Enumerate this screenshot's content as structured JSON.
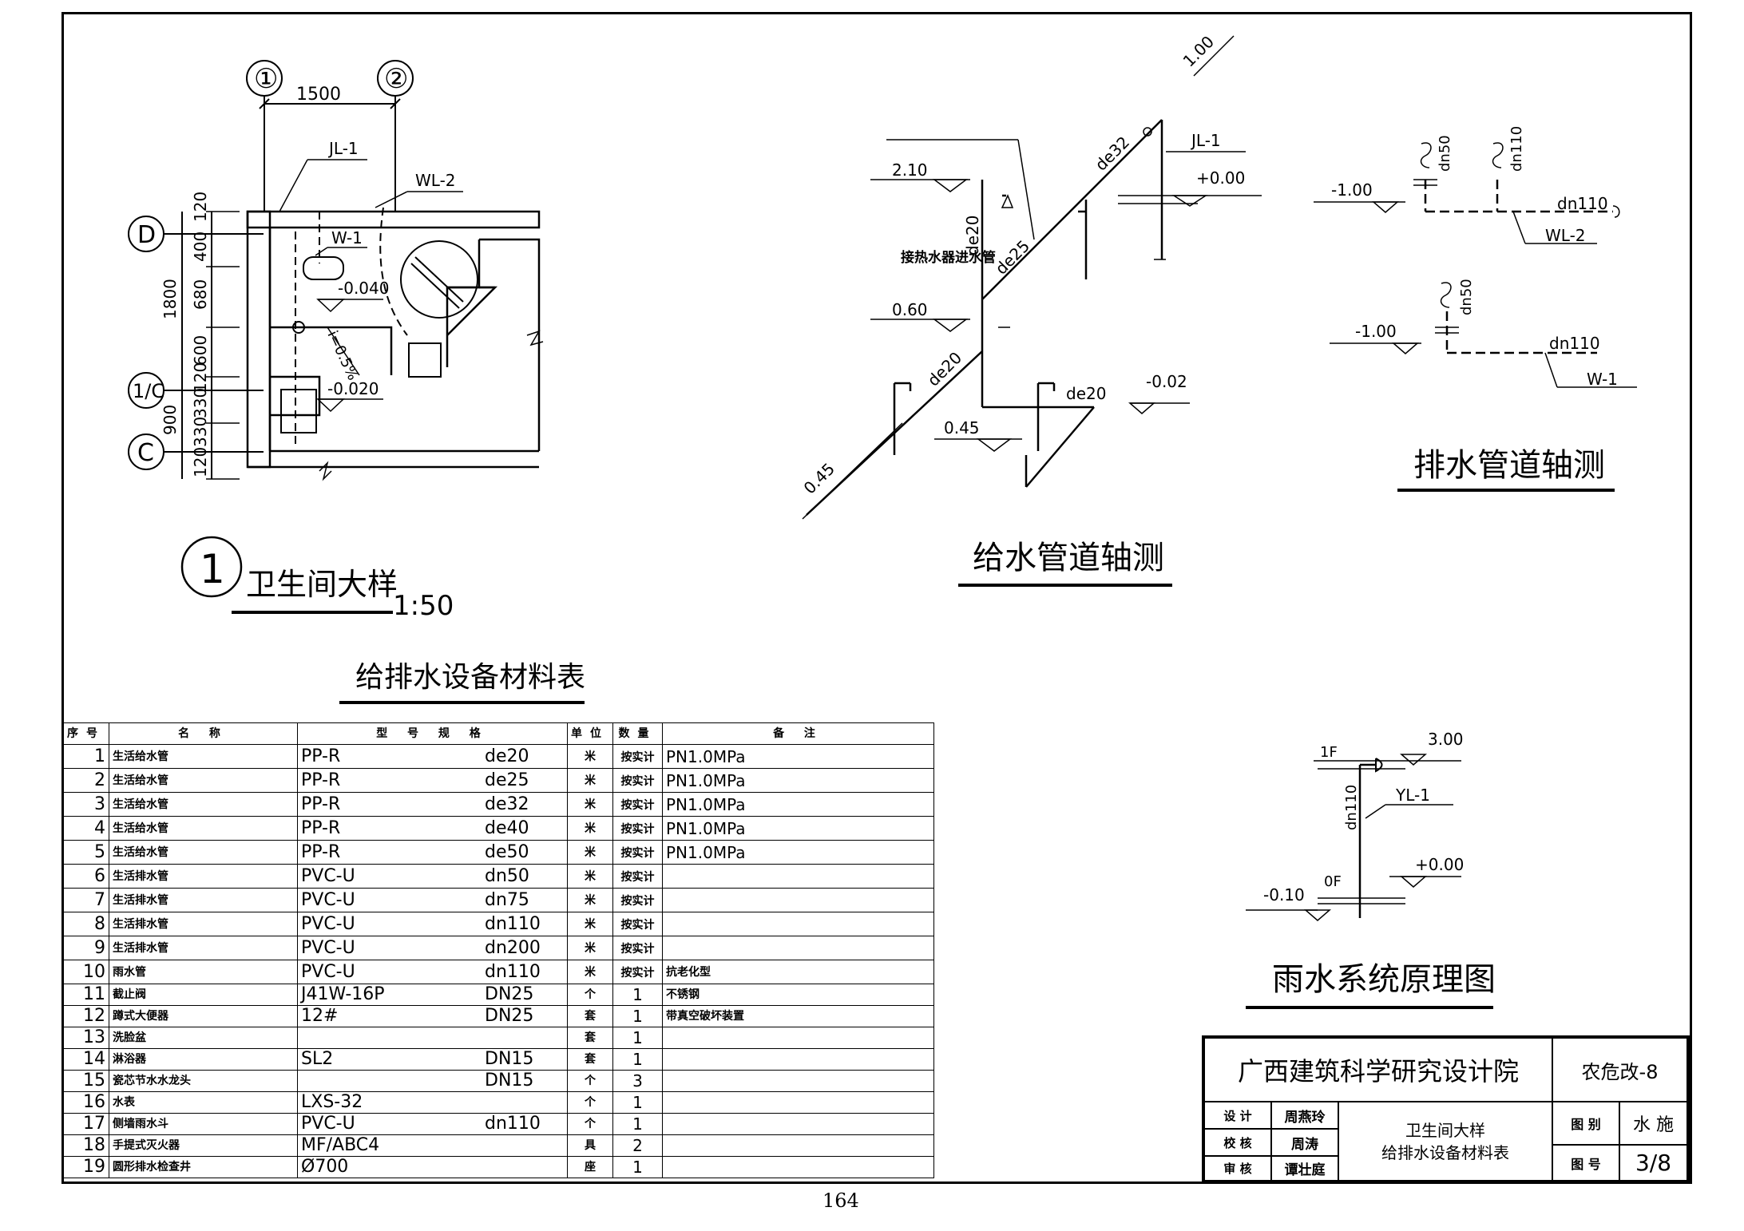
{
  "plan": {
    "axes": {
      "top_left": "①",
      "top_right": "②",
      "left_top": "D",
      "left_mid": "1/C",
      "left_bot": "C"
    },
    "dim_top": "1500",
    "dims_vertical": [
      "120",
      "400",
      "680",
      "600",
      "120",
      "330",
      "330",
      "120"
    ],
    "dims_outer": [
      "1800",
      "900"
    ],
    "labels": {
      "jl1": "JL-1",
      "wl2": "WL-2",
      "w1": "W-1",
      "lvl1": "-0.040",
      "lvl2": "-0.020",
      "slope": "i=0.5%"
    },
    "title_num": "1",
    "title": "卫生间大样",
    "scale": "1:50"
  },
  "supply_iso": {
    "title": "给水管道轴测",
    "labels": {
      "top": "1.00",
      "l210": "2.10",
      "l060": "0.60",
      "l045a": "0.45",
      "l045b": "0.45",
      "l002": "-0.02",
      "l000": "+0.00",
      "jl1": "JL-1",
      "de32": "de32",
      "de25": "de25",
      "de20a": "de20",
      "de20b": "de20",
      "de20c": "de20",
      "heater": "接热水器进水管"
    }
  },
  "drain_iso": {
    "title": "排水管道轴测",
    "labels": {
      "dn50a": "dn50",
      "dn110a": "dn110",
      "dn110b": "dn110",
      "lvl_a": "-1.00",
      "wl2": "WL-2",
      "dn50b": "dn50",
      "lvl_b": "-1.00",
      "dn110c": "dn110",
      "w1": "W-1"
    }
  },
  "rain": {
    "title": "雨水系统原理图",
    "labels": {
      "f1": "1F",
      "l300": "3.00",
      "yl1": "YL-1",
      "dn110": "dn110",
      "f0": "0F",
      "l000": "+0.00",
      "lm010": "-0.10"
    }
  },
  "table": {
    "title": "给排水设备材料表",
    "headers": [
      "序号",
      "名 称",
      "型 号 规 格",
      "单位",
      "数量",
      "备 注"
    ],
    "rows": [
      {
        "no": "1",
        "name": "生活给水管",
        "model": "PP-R",
        "spec": "de20",
        "unit": "米",
        "qty": "按实计",
        "remark": "PN1.0MPa"
      },
      {
        "no": "2",
        "name": "生活给水管",
        "model": "PP-R",
        "spec": "de25",
        "unit": "米",
        "qty": "按实计",
        "remark": "PN1.0MPa"
      },
      {
        "no": "3",
        "name": "生活给水管",
        "model": "PP-R",
        "spec": "de32",
        "unit": "米",
        "qty": "按实计",
        "remark": "PN1.0MPa"
      },
      {
        "no": "4",
        "name": "生活给水管",
        "model": "PP-R",
        "spec": "de40",
        "unit": "米",
        "qty": "按实计",
        "remark": "PN1.0MPa"
      },
      {
        "no": "5",
        "name": "生活给水管",
        "model": "PP-R",
        "spec": "de50",
        "unit": "米",
        "qty": "按实计",
        "remark": "PN1.0MPa"
      },
      {
        "no": "6",
        "name": "生活排水管",
        "model": "PVC-U",
        "spec": "dn50",
        "unit": "米",
        "qty": "按实计",
        "remark": ""
      },
      {
        "no": "7",
        "name": "生活排水管",
        "model": "PVC-U",
        "spec": "dn75",
        "unit": "米",
        "qty": "按实计",
        "remark": ""
      },
      {
        "no": "8",
        "name": "生活排水管",
        "model": "PVC-U",
        "spec": "dn110",
        "unit": "米",
        "qty": "按实计",
        "remark": ""
      },
      {
        "no": "9",
        "name": "生活排水管",
        "model": "PVC-U",
        "spec": "dn200",
        "unit": "米",
        "qty": "按实计",
        "remark": ""
      },
      {
        "no": "10",
        "name": "雨水管",
        "model": "PVC-U",
        "spec": "dn110",
        "unit": "米",
        "qty": "按实计",
        "remark": "抗老化型"
      },
      {
        "no": "11",
        "name": "截止阀",
        "model": "J41W-16P",
        "spec": "DN25",
        "unit": "个",
        "qty": "1",
        "remark": "不锈钢"
      },
      {
        "no": "12",
        "name": "蹲式大便器",
        "model": "12#",
        "spec": "DN25",
        "unit": "套",
        "qty": "1",
        "remark": "带真空破坏装置"
      },
      {
        "no": "13",
        "name": "洗脸盆",
        "model": "",
        "spec": "",
        "unit": "套",
        "qty": "1",
        "remark": ""
      },
      {
        "no": "14",
        "name": "淋浴器",
        "model": "SL2",
        "spec": "DN15",
        "unit": "套",
        "qty": "1",
        "remark": ""
      },
      {
        "no": "15",
        "name": "瓷芯节水水龙头",
        "model": "",
        "spec": "DN15",
        "unit": "个",
        "qty": "3",
        "remark": ""
      },
      {
        "no": "16",
        "name": "水表",
        "model": "LXS-32",
        "spec": "",
        "unit": "个",
        "qty": "1",
        "remark": ""
      },
      {
        "no": "17",
        "name": "侧墙雨水斗",
        "model": "PVC-U",
        "spec": "dn110",
        "unit": "个",
        "qty": "1",
        "remark": ""
      },
      {
        "no": "18",
        "name": "手提式灭火器",
        "model": "MF/ABC4",
        "spec": "",
        "unit": "具",
        "qty": "2",
        "remark": ""
      },
      {
        "no": "19",
        "name": "圆形排水检查井",
        "model": "Ø700",
        "spec": "",
        "unit": "座",
        "qty": "1",
        "remark": ""
      }
    ]
  },
  "titleblock": {
    "institute": "广西建筑科学研究设计院",
    "project": "农危改-8",
    "design_label": "设 计",
    "design_name": "周燕玲",
    "check_label": "校 核",
    "check_name": "周涛",
    "review_label": "审 核",
    "review_name": "谭壮庭",
    "drawing_title_1": "卫生间大样",
    "drawing_title_2": "给排水设备材料表",
    "category_label": "图 别",
    "category": "水 施",
    "number_label": "图 号",
    "number": "3/8"
  },
  "page_number": "164"
}
